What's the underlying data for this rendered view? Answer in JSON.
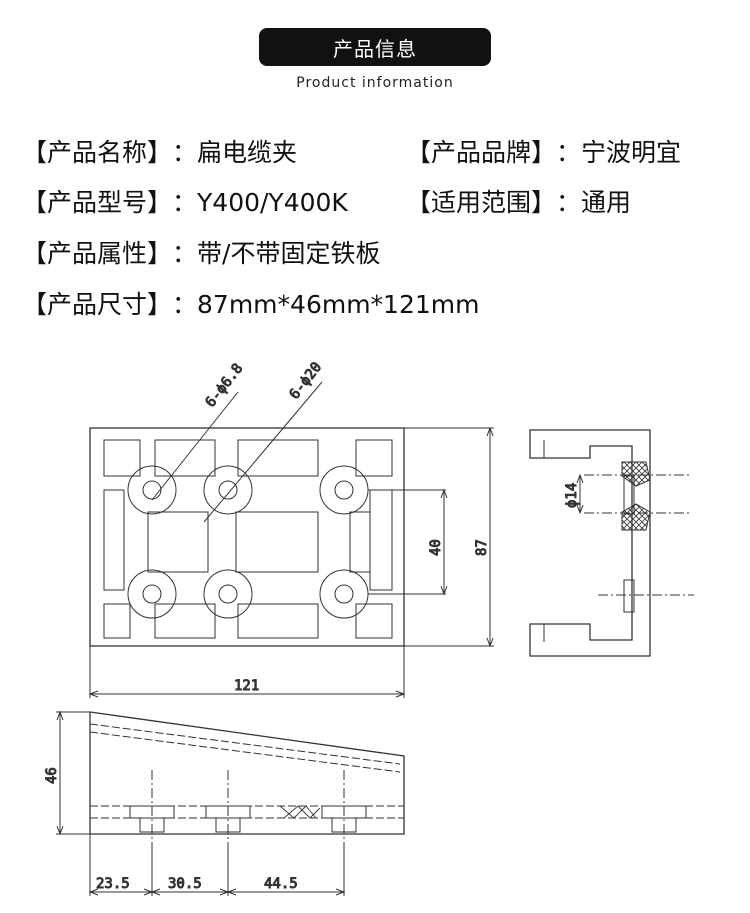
{
  "header": {
    "title": "产品信息",
    "subtitle": "Product information"
  },
  "info": {
    "name_label": "【产品名称】",
    "name_value": "：扁电缆夹",
    "brand_label": "【产品品牌】",
    "brand_value": "：宁波明宜",
    "model_label": "【产品型号】",
    "model_value": "：Y400/Y400K",
    "scope_label": "【适用范围】",
    "scope_value": "：通用",
    "attr_label": "【产品属性】",
    "attr_value": "：带/不带固定铁板",
    "size_label": "【产品尺寸】",
    "size_value": "：87mm*46mm*121mm"
  },
  "drawing": {
    "hole_small": "6-ϕ6.8",
    "hole_large": "6-ϕ20",
    "dim_40": "40",
    "dim_87": "87",
    "dim_121": "121",
    "dim_14": "ϕ14",
    "dim_46": "46",
    "dim_23_5": "23.5",
    "dim_30_5": "30.5",
    "dim_44_5": "44.5"
  }
}
